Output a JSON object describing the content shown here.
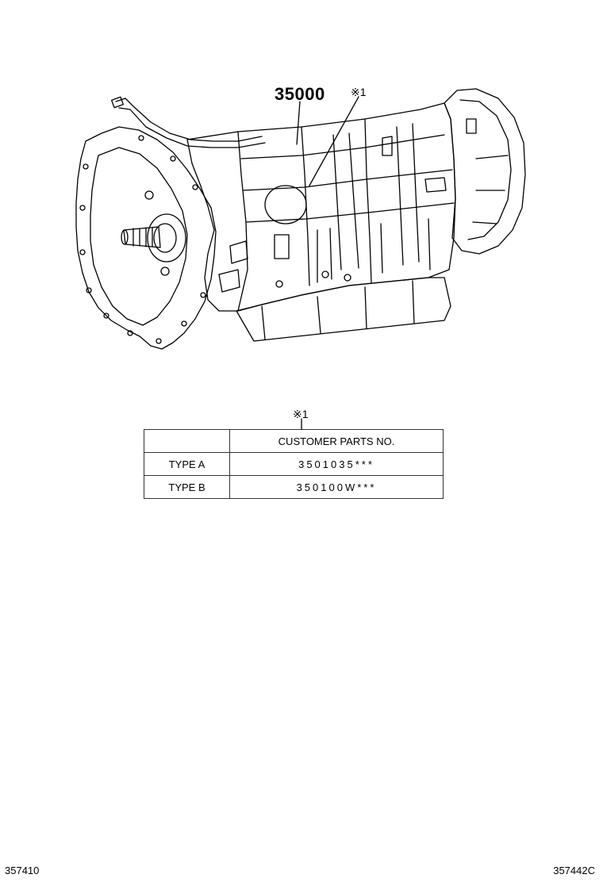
{
  "diagram": {
    "part_number": "35000",
    "reference_mark": "※1",
    "illustration": "transmission-assembly-illustration"
  },
  "table": {
    "reference_mark": "※1",
    "header": [
      "",
      "CUSTOMER PARTS NO."
    ],
    "rows": [
      {
        "type": "TYPE A",
        "parts_no": "3501035***"
      },
      {
        "type": "TYPE B",
        "parts_no": "350100W***"
      }
    ]
  },
  "footer": {
    "left_code": "357410",
    "right_code": "357442C"
  }
}
